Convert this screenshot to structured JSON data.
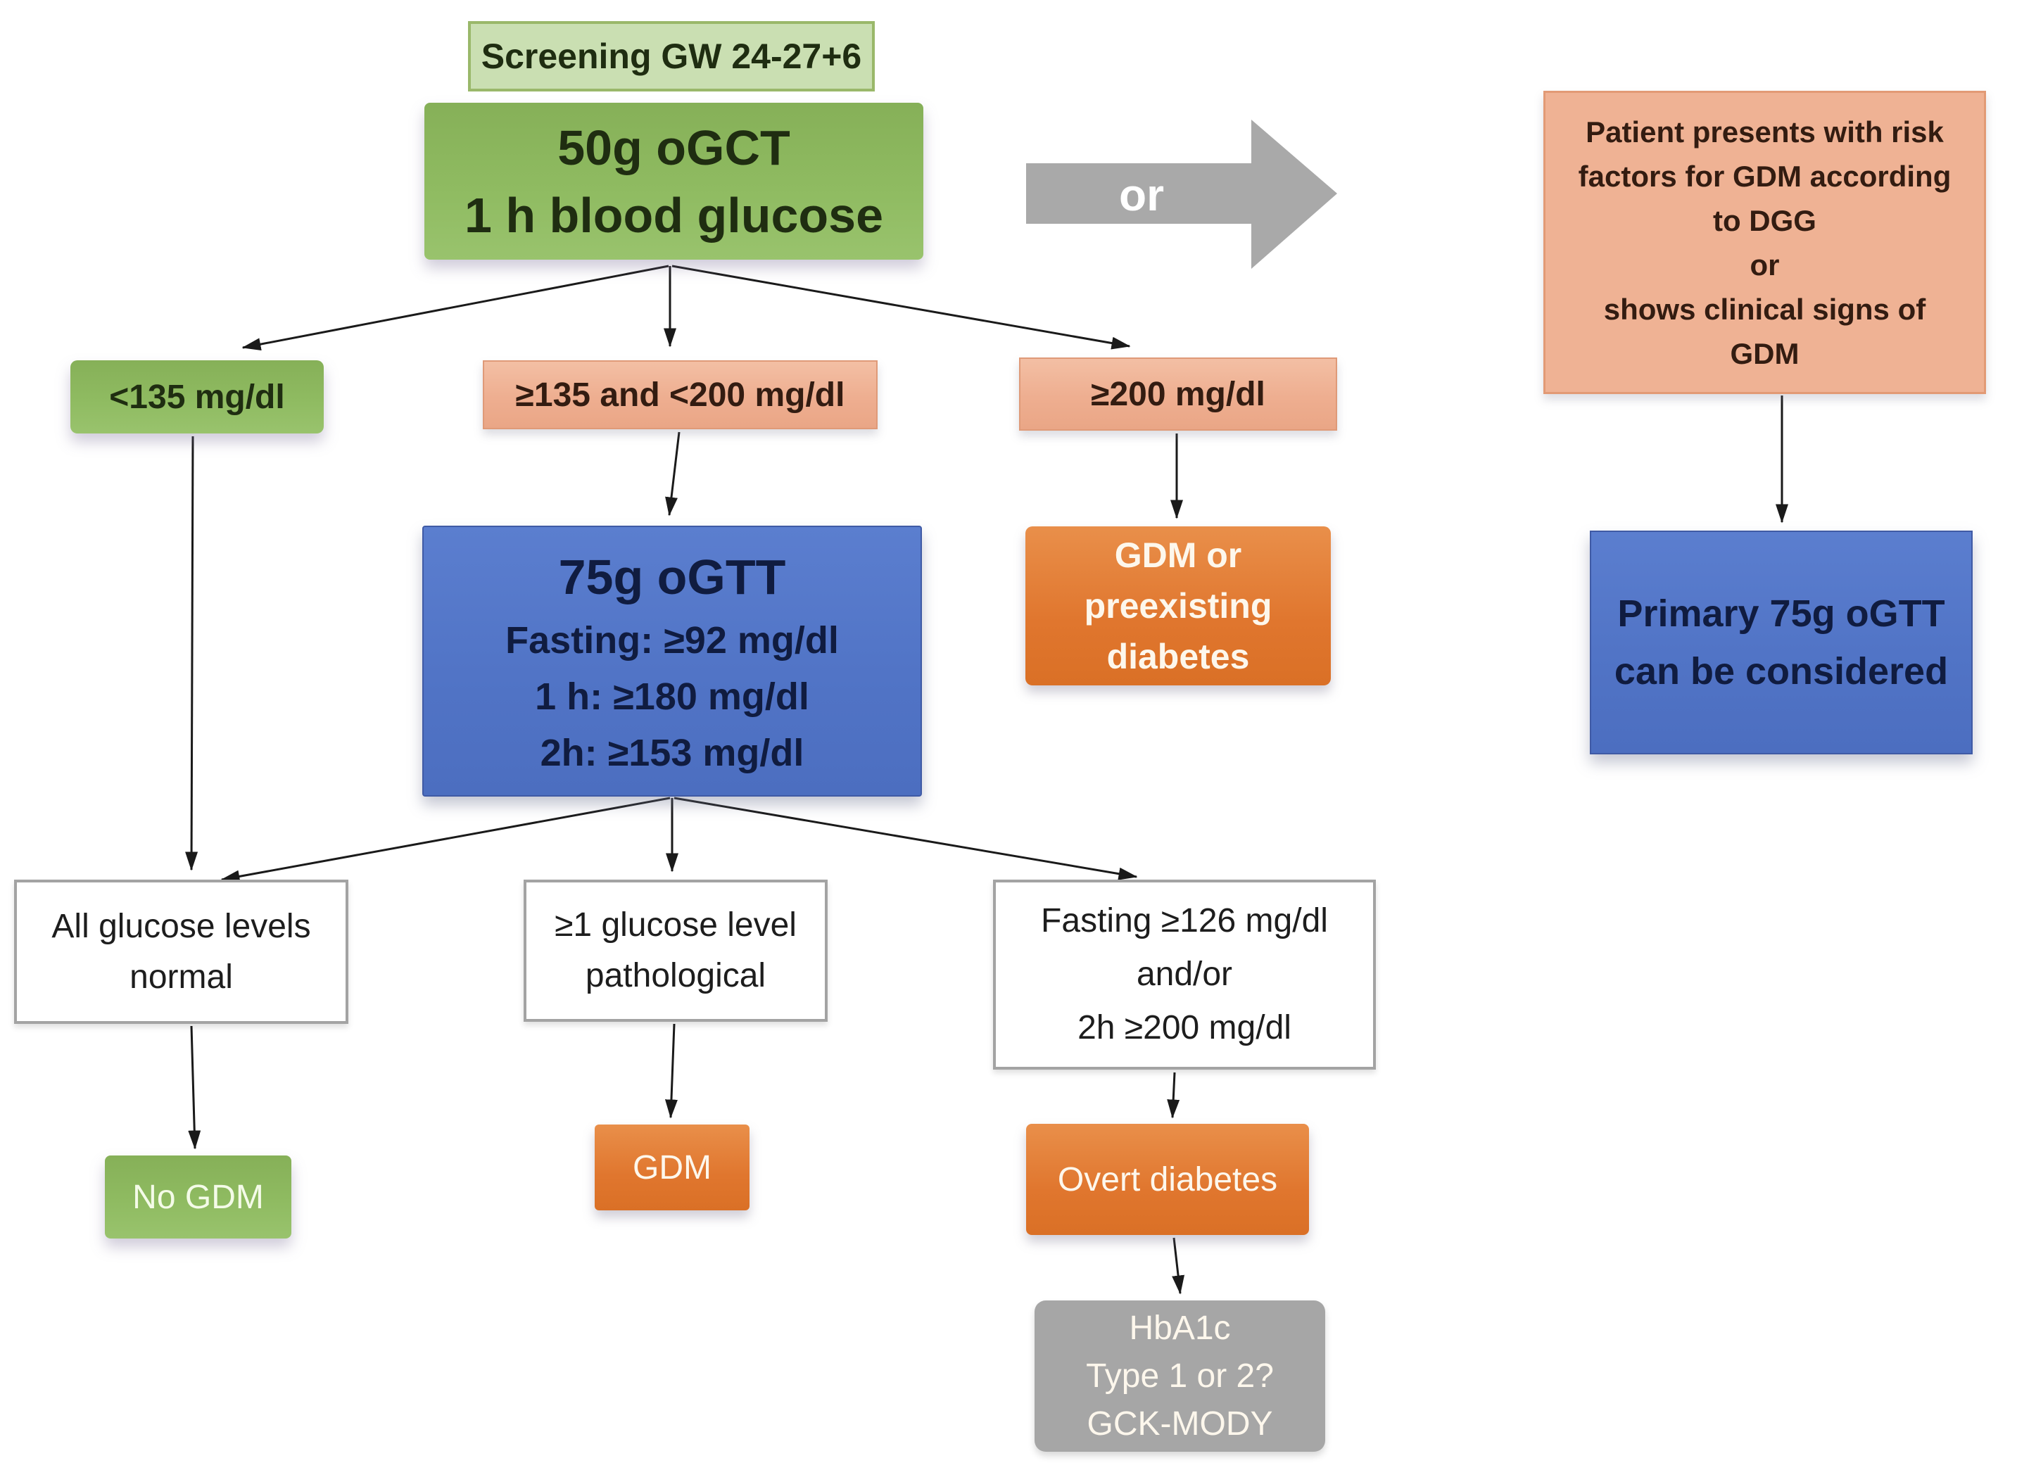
{
  "colors": {
    "green": "#8fbb61",
    "light_green": "#cadfb2",
    "salmon": "#eeae90",
    "blue": "#5478c8",
    "orange": "#e0762e",
    "gray": "#a6a6a6",
    "arrow_line": "#1a1a1a"
  },
  "nodes": {
    "screening": {
      "label": "Screening GW 24-27+6"
    },
    "ogct": {
      "lines": [
        "50g oGCT",
        "1 h blood glucose"
      ]
    },
    "or_connector": {
      "label": "or"
    },
    "risk": {
      "lines": [
        "Patient presents with risk",
        "factors for GDM according",
        "to DGG",
        "or",
        "shows clinical signs of",
        "GDM"
      ]
    },
    "result_low": {
      "label": "<135 mg/dl"
    },
    "result_mid": {
      "label": "≥135 and <200 mg/dl"
    },
    "result_high": {
      "label": "≥200 mg/dl"
    },
    "ogtt": {
      "title": "75g oGTT",
      "lines": [
        "Fasting: ≥92 mg/dl",
        "1 h: ≥180 mg/dl",
        "2h: ≥153 mg/dl"
      ]
    },
    "gdm_preexisting": {
      "lines": [
        "GDM or",
        "preexisting",
        "diabetes"
      ]
    },
    "primary_ogtt": {
      "lines": [
        "Primary 75g oGTT",
        "can be considered"
      ]
    },
    "all_normal": {
      "lines": [
        "All glucose levels",
        "normal"
      ]
    },
    "pathological": {
      "lines": [
        "≥1 glucose level",
        "pathological"
      ]
    },
    "overt_criteria": {
      "lines": [
        "Fasting ≥126 mg/dl",
        "and/or",
        "2h ≥200 mg/dl"
      ]
    },
    "no_gdm": {
      "label": "No GDM"
    },
    "gdm": {
      "label": "GDM"
    },
    "overt": {
      "label": "Overt diabetes"
    },
    "hba1c": {
      "lines": [
        "HbA1c",
        "Type 1 or 2?",
        "GCK-MODY"
      ]
    }
  }
}
